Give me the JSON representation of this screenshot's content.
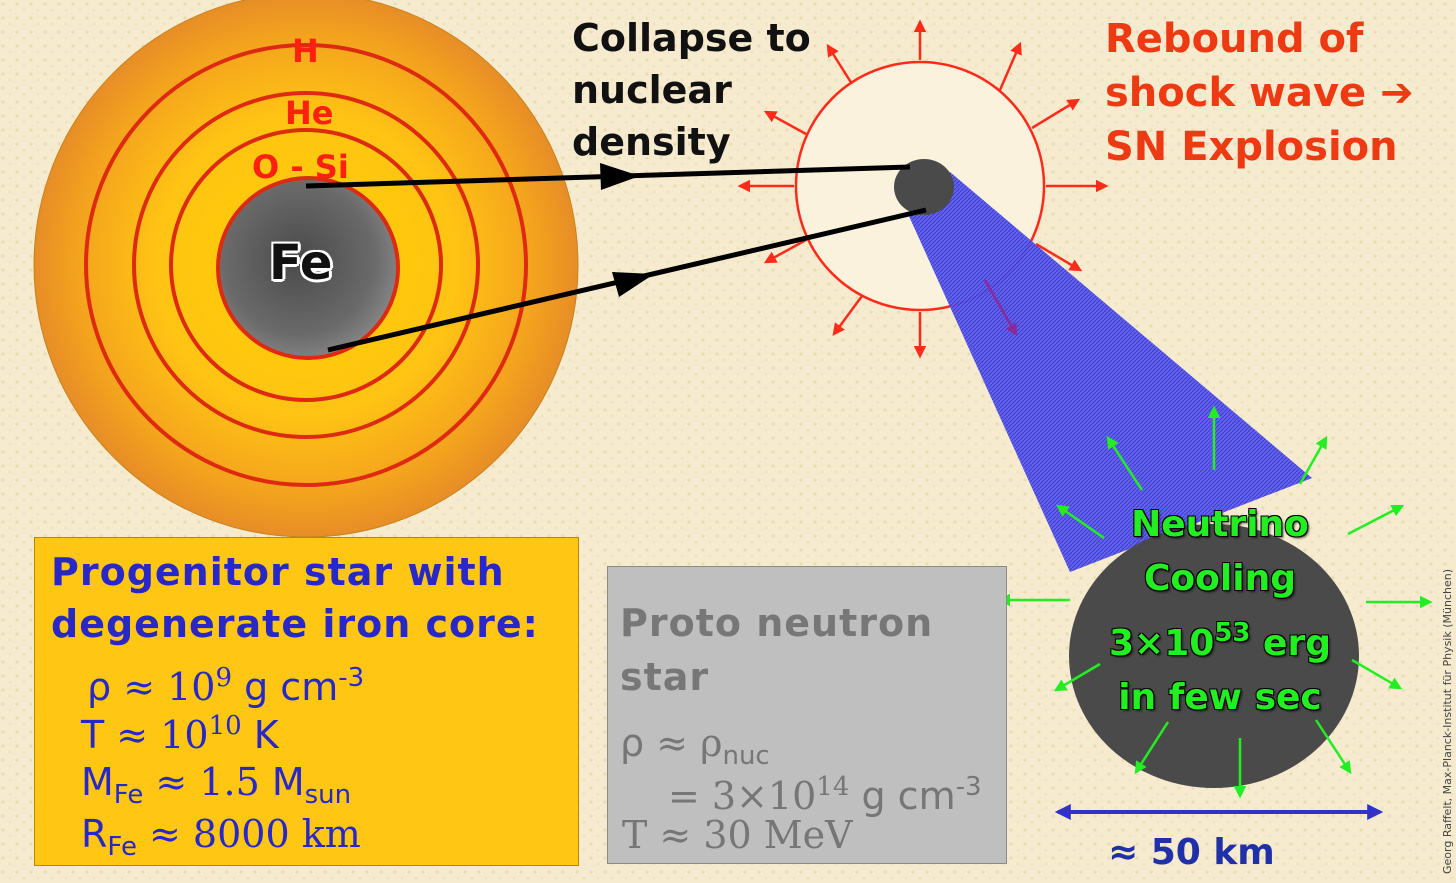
{
  "diagram": {
    "star_layers": [
      "H",
      "He",
      "O - Si",
      "Fe"
    ],
    "collapse_label": [
      "Collapse to",
      "nuclear",
      "density"
    ],
    "rebound_label": [
      "Rebound of",
      "shock wave ➔",
      "SN Explosion"
    ],
    "neutrino_label": [
      "Neutrino",
      "Cooling",
      "3×10",
      "53",
      " erg",
      "in few sec"
    ],
    "scale_label": "≈ 50 km",
    "credit": "Georg Raffelt, Max-Planck-Institut für Physik (München)"
  },
  "progenitor_box": {
    "title_line1": "Progenitor star with",
    "title_line2": "degenerate iron core:",
    "rho_symbol": "ρ",
    "rho_approx": " ≈ 10",
    "rho_exp": "9",
    "rho_unit": " g cm",
    "rho_unit_exp": "-3",
    "T_symbol": "T",
    "T_approx": " ≈ 10",
    "T_exp": "10",
    "T_unit": " K",
    "M_symbol": "M",
    "M_sub": "Fe",
    "M_approx": " ≈ 1.5 ",
    "M_unit": "M",
    "M_unit_sub": "sun",
    "R_symbol": "R",
    "R_sub": "Fe",
    "R_value": " ≈ 8000 km"
  },
  "pns_box": {
    "title_line1": "Proto neutron",
    "title_line2": "star",
    "rho_symbol": "ρ",
    "rho_approx": " ≈ ρ",
    "rho_sub": "nuc",
    "rho_eq": "= 3×10",
    "rho_exp": "14",
    "rho_unit": " g cm",
    "rho_unit_exp": "-3",
    "T_value": "T ≈ 30 MeV"
  },
  "colors": {
    "background": "#f6ebcf",
    "shell_lines": "#dd2a10",
    "core": "#555555",
    "neutrino_text": "#22ee22",
    "rebound_text": "#ee3a13",
    "cone": "#4848ee",
    "progenitor_box": "#ffc613",
    "pns_box": "#bfbfbf"
  }
}
